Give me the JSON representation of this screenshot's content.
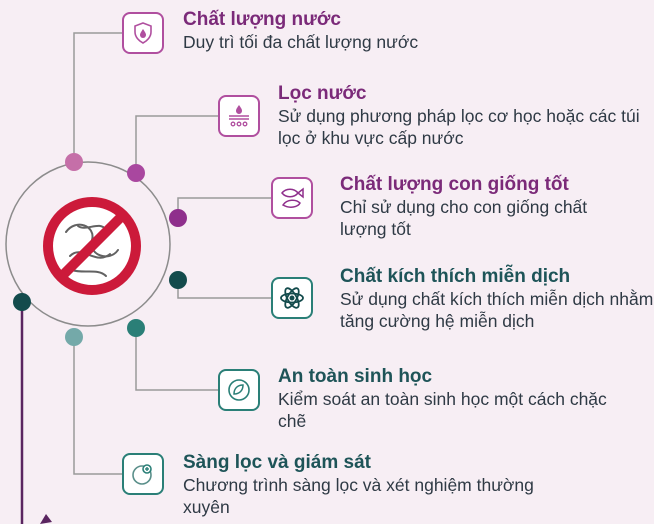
{
  "colors": {
    "purple": "#7b2a79",
    "magenta": "#b04f9f",
    "teal": "#1e5458",
    "dark_teal": "#134b4c",
    "mid_teal": "#2a7f77",
    "pink_dot": "#c56fa8",
    "grey_dot": "#74a9a9",
    "forbidden_red": "#cc1a3a"
  },
  "center": {
    "icon": "no-pathogen-forbidden-icon"
  },
  "items": [
    {
      "title": "Chất lượng nước",
      "desc": "Duy trì tối đa chất lượng nước",
      "icon": "water-drop-shield-icon"
    },
    {
      "title": "Lọc nước",
      "desc": "Sử dụng phương pháp lọc cơ học hoặc các túi lọc ở khu vực cấp nước",
      "icon": "water-filter-icon"
    },
    {
      "title": "Chất lượng con giống tốt",
      "desc": "Chỉ sử dụng cho con giống chất lượng tốt",
      "icon": "fish-shrimp-icon"
    },
    {
      "title": "Chất kích thích miễn dịch",
      "desc": "Sử dụng chất kích thích miễn dịch nhằm tăng cường hệ miễn dịch",
      "icon": "atom-icon"
    },
    {
      "title": "An toàn sinh học",
      "desc": "Kiểm soát an toàn sinh học một cách chặc chẽ",
      "icon": "biosecurity-icon"
    },
    {
      "title": "Sàng lọc và giám sát",
      "desc": "Chương trình sàng lọc và xét nghiệm thường xuyên",
      "icon": "screening-icon"
    }
  ]
}
